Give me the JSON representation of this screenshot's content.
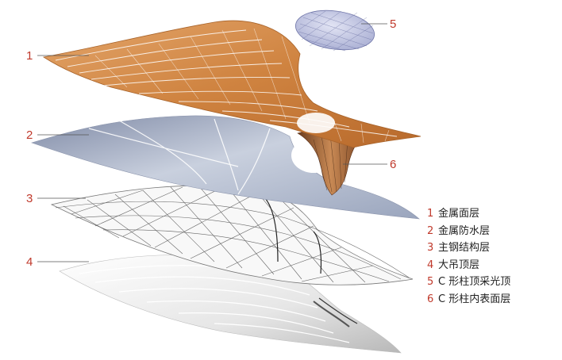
{
  "callouts": [
    {
      "number": "1"
    },
    {
      "number": "2"
    },
    {
      "number": "3"
    },
    {
      "number": "4"
    },
    {
      "number": "5"
    },
    {
      "number": "6"
    }
  ],
  "legend": [
    {
      "number": "1",
      "label": "金属面层"
    },
    {
      "number": "2",
      "label": "金属防水层"
    },
    {
      "number": "3",
      "label": "主钢结构层"
    },
    {
      "number": "4",
      "label": "大吊顶层"
    },
    {
      "number": "5",
      "label": "C 形柱顶采光顶"
    },
    {
      "number": "6",
      "label": "C 形柱内表面层"
    }
  ],
  "colors": {
    "accent_number": "#c0392b",
    "metal_surface": "#d08a4a",
    "waterproof_layer": "#a9b4c8",
    "skylight": "#c9cde6"
  }
}
